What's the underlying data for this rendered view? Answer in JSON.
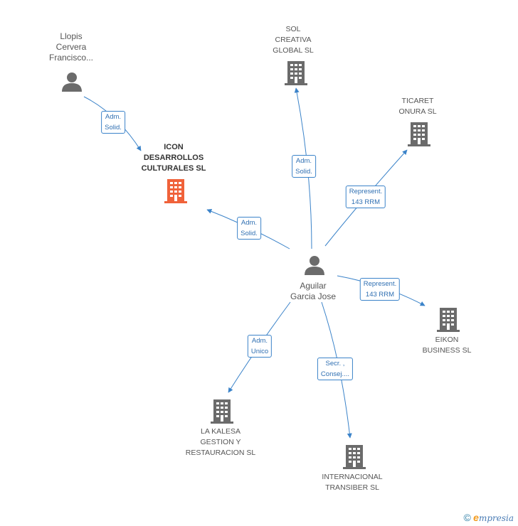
{
  "nodes": {
    "llopis": {
      "label": [
        "Llopis",
        "Cervera",
        "Francisco..."
      ],
      "type": "person"
    },
    "icon": {
      "label": [
        "ICON",
        "DESARROLLOS",
        "CULTURALES SL"
      ],
      "type": "company-focus"
    },
    "sol": {
      "label": [
        "SOL",
        "CREATIVA",
        "GLOBAL SL"
      ],
      "type": "company"
    },
    "ticaret": {
      "label": [
        "TICARET",
        "ONURA SL"
      ],
      "type": "company"
    },
    "aguilar": {
      "label": [
        "Aguilar",
        "Garcia Jose"
      ],
      "type": "person"
    },
    "eikon": {
      "label": [
        "EIKON",
        "BUSINESS SL"
      ],
      "type": "company"
    },
    "kalesa": {
      "label": [
        "LA KALESA",
        "GESTION Y",
        "RESTAURACION SL"
      ],
      "type": "company"
    },
    "transiber": {
      "label": [
        "INTERNACIONAL",
        "TRANSIBER SL"
      ],
      "type": "company"
    }
  },
  "edges": [
    {
      "id": "llopis-icon",
      "label": [
        "Adm.",
        "Solid."
      ]
    },
    {
      "id": "aguilar-icon",
      "label": [
        "Adm.",
        "Solid."
      ]
    },
    {
      "id": "aguilar-sol",
      "label": [
        "Adm.",
        "Solid."
      ]
    },
    {
      "id": "aguilar-ticaret",
      "label": [
        "Represent.",
        "143 RRM"
      ]
    },
    {
      "id": "aguilar-eikon",
      "label": [
        "Represent.",
        "143 RRM"
      ]
    },
    {
      "id": "aguilar-kalesa",
      "label": [
        "Adm.",
        "Unico"
      ]
    },
    {
      "id": "aguilar-transiber",
      "label": [
        "Secr. ,",
        "Consej...."
      ]
    }
  ],
  "colors": {
    "edge": "#3b83c9",
    "company": "#6b6b6b",
    "focus": "#f0623a",
    "person": "#6b6b6b"
  },
  "brand": {
    "copyright": "©",
    "initial": "e",
    "name": "mpresia"
  }
}
